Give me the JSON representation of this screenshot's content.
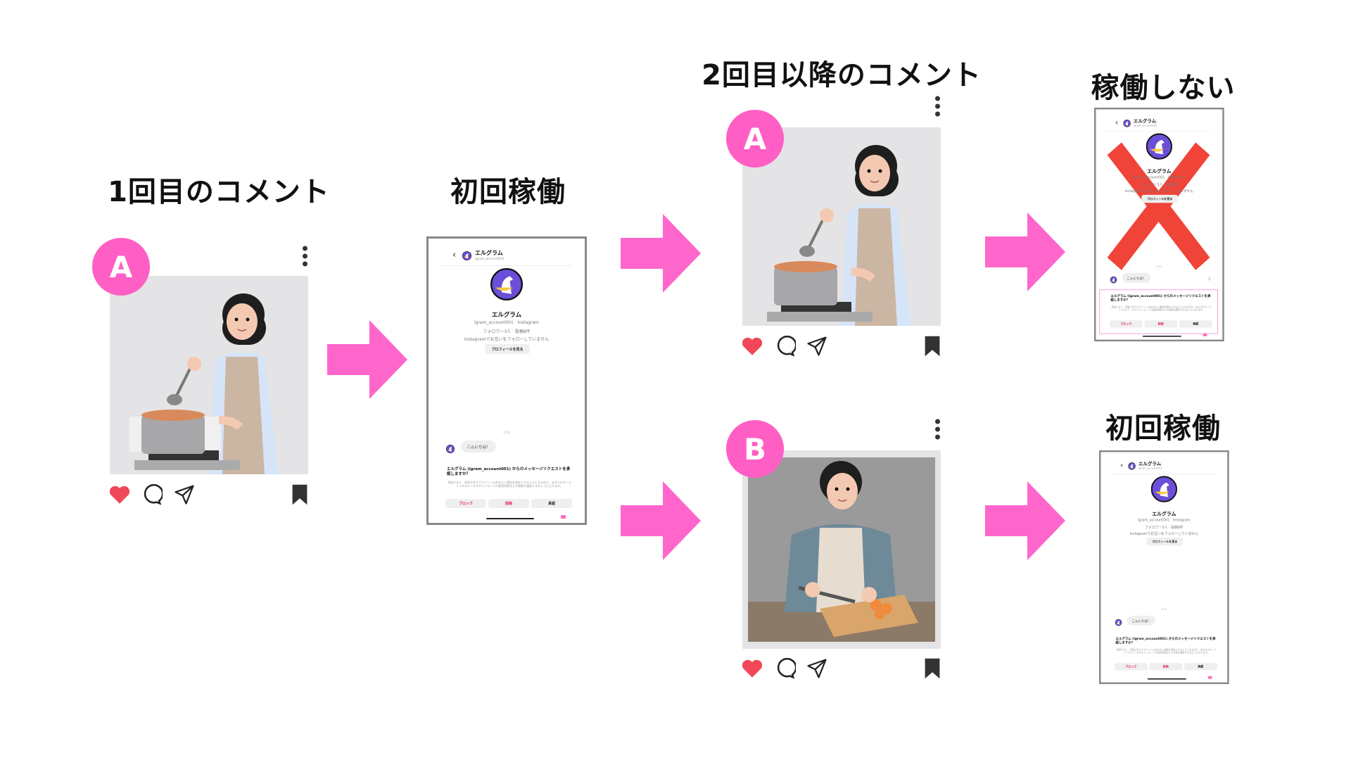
{
  "titles": {
    "first_comment": "1回目のコメント",
    "first_run": "初回稼働",
    "second_comment": "2回目以降のコメント",
    "no_run": "稼働しない",
    "first_run_b": "初回稼働"
  },
  "posts": {
    "a1": {
      "badge": "A"
    },
    "a2": {
      "badge": "A"
    },
    "b": {
      "badge": "B"
    }
  },
  "phone": {
    "back": "‹",
    "name": "エルグラム",
    "handle": "lgram_account001",
    "handle_line": "lgram_account001 · Instagram",
    "followers": "フォロワー3人 · 投稿8件",
    "not_following": "Instagramでお互いをフォローしていません",
    "profile_button": "プロフィールを見る",
    "time": "3:31",
    "bubble": "こんにちは！",
    "request": "エルグラム (lgram_account001) からのメッセージリクエストを承認しますか？",
    "description": "承認すると、承認されたアカウントはあなたに通話を発信できるようになるほか、あなたのオンラインのステータスやメッセージの既読状態などの情報も確認できるようになります。",
    "block": "ブロック",
    "delete": "削除",
    "accept": "承認"
  },
  "colors": {
    "accent": "#ff5fc4",
    "arrow": "#ff66cc",
    "reject": "#f04438",
    "danger": "#e0245e",
    "heart": "#f04858"
  }
}
